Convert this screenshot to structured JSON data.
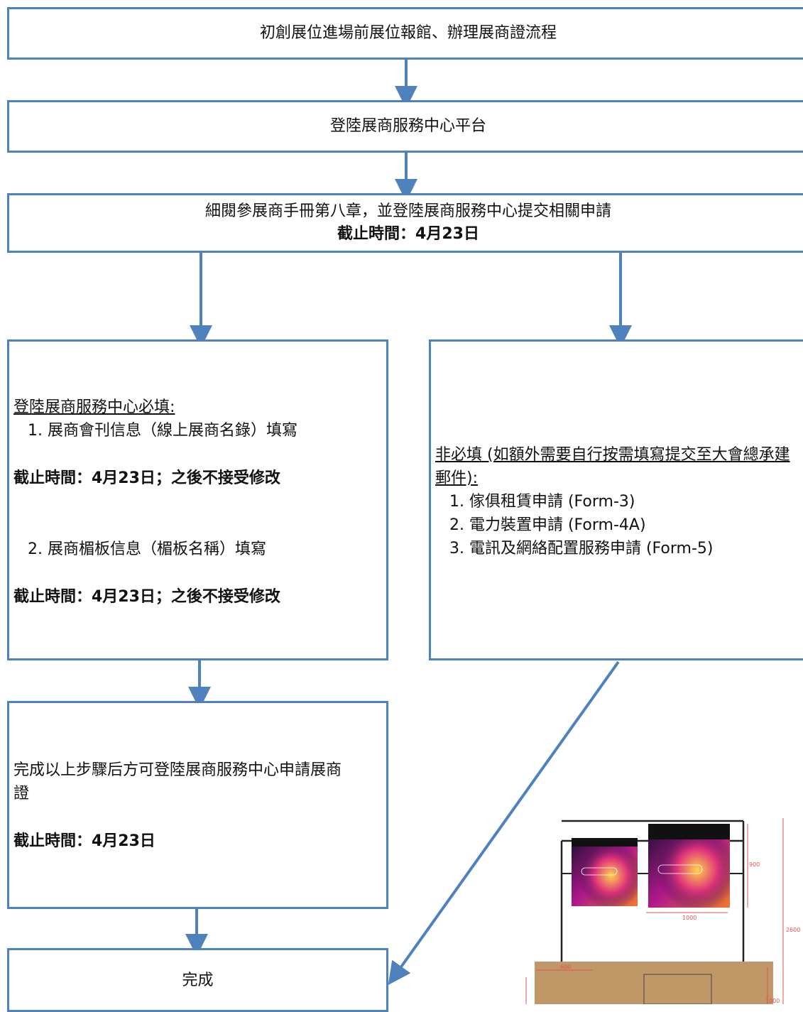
{
  "colors": {
    "border": "#4f81bd",
    "arrow": "#4f81bd",
    "dim": "#e0534f"
  },
  "step1": {
    "title": "初創展位進場前展位報館、辦理展商證流程"
  },
  "step2": {
    "title": "登陸展商服務中心平台"
  },
  "step3": {
    "line1": "細閱參展商手冊第八章，並登陸展商服務中心提交相關申請",
    "deadline": "截止時間：4月23日"
  },
  "left_box": {
    "heading": "登陸展商服務中心必填:",
    "item1": "1. 展商會刊信息（線上展商名錄）填寫",
    "deadline1": "截止時間：4月23日；之後不接受修改",
    "item2": "2.  展商楣板信息（楣板名稱）填寫",
    "deadline2": "截止時間：4月23日；之後不接受修改"
  },
  "right_box": {
    "heading": "非必填 (如額外需要自行按需填寫提交至大會總承建郵件):",
    "items": [
      "1. 傢俱租賃申請 (Form-3)",
      "2. 電力裝置申請 (Form-4A)",
      "3. 電訊及網絡配置服務申請 (Form-5)"
    ]
  },
  "step5": {
    "text": "完成以上步驟后方可登陸展商服務中心申請展商證",
    "deadline": "截止時間：4月23日"
  },
  "step6": {
    "title": "完成"
  },
  "booth_illustration": {
    "icon": "booth-illustration",
    "dimensions": {
      "width": "1000",
      "panel_height": "900",
      "total_height": "2600",
      "counter_height": "1000",
      "counter_width": "600"
    }
  }
}
